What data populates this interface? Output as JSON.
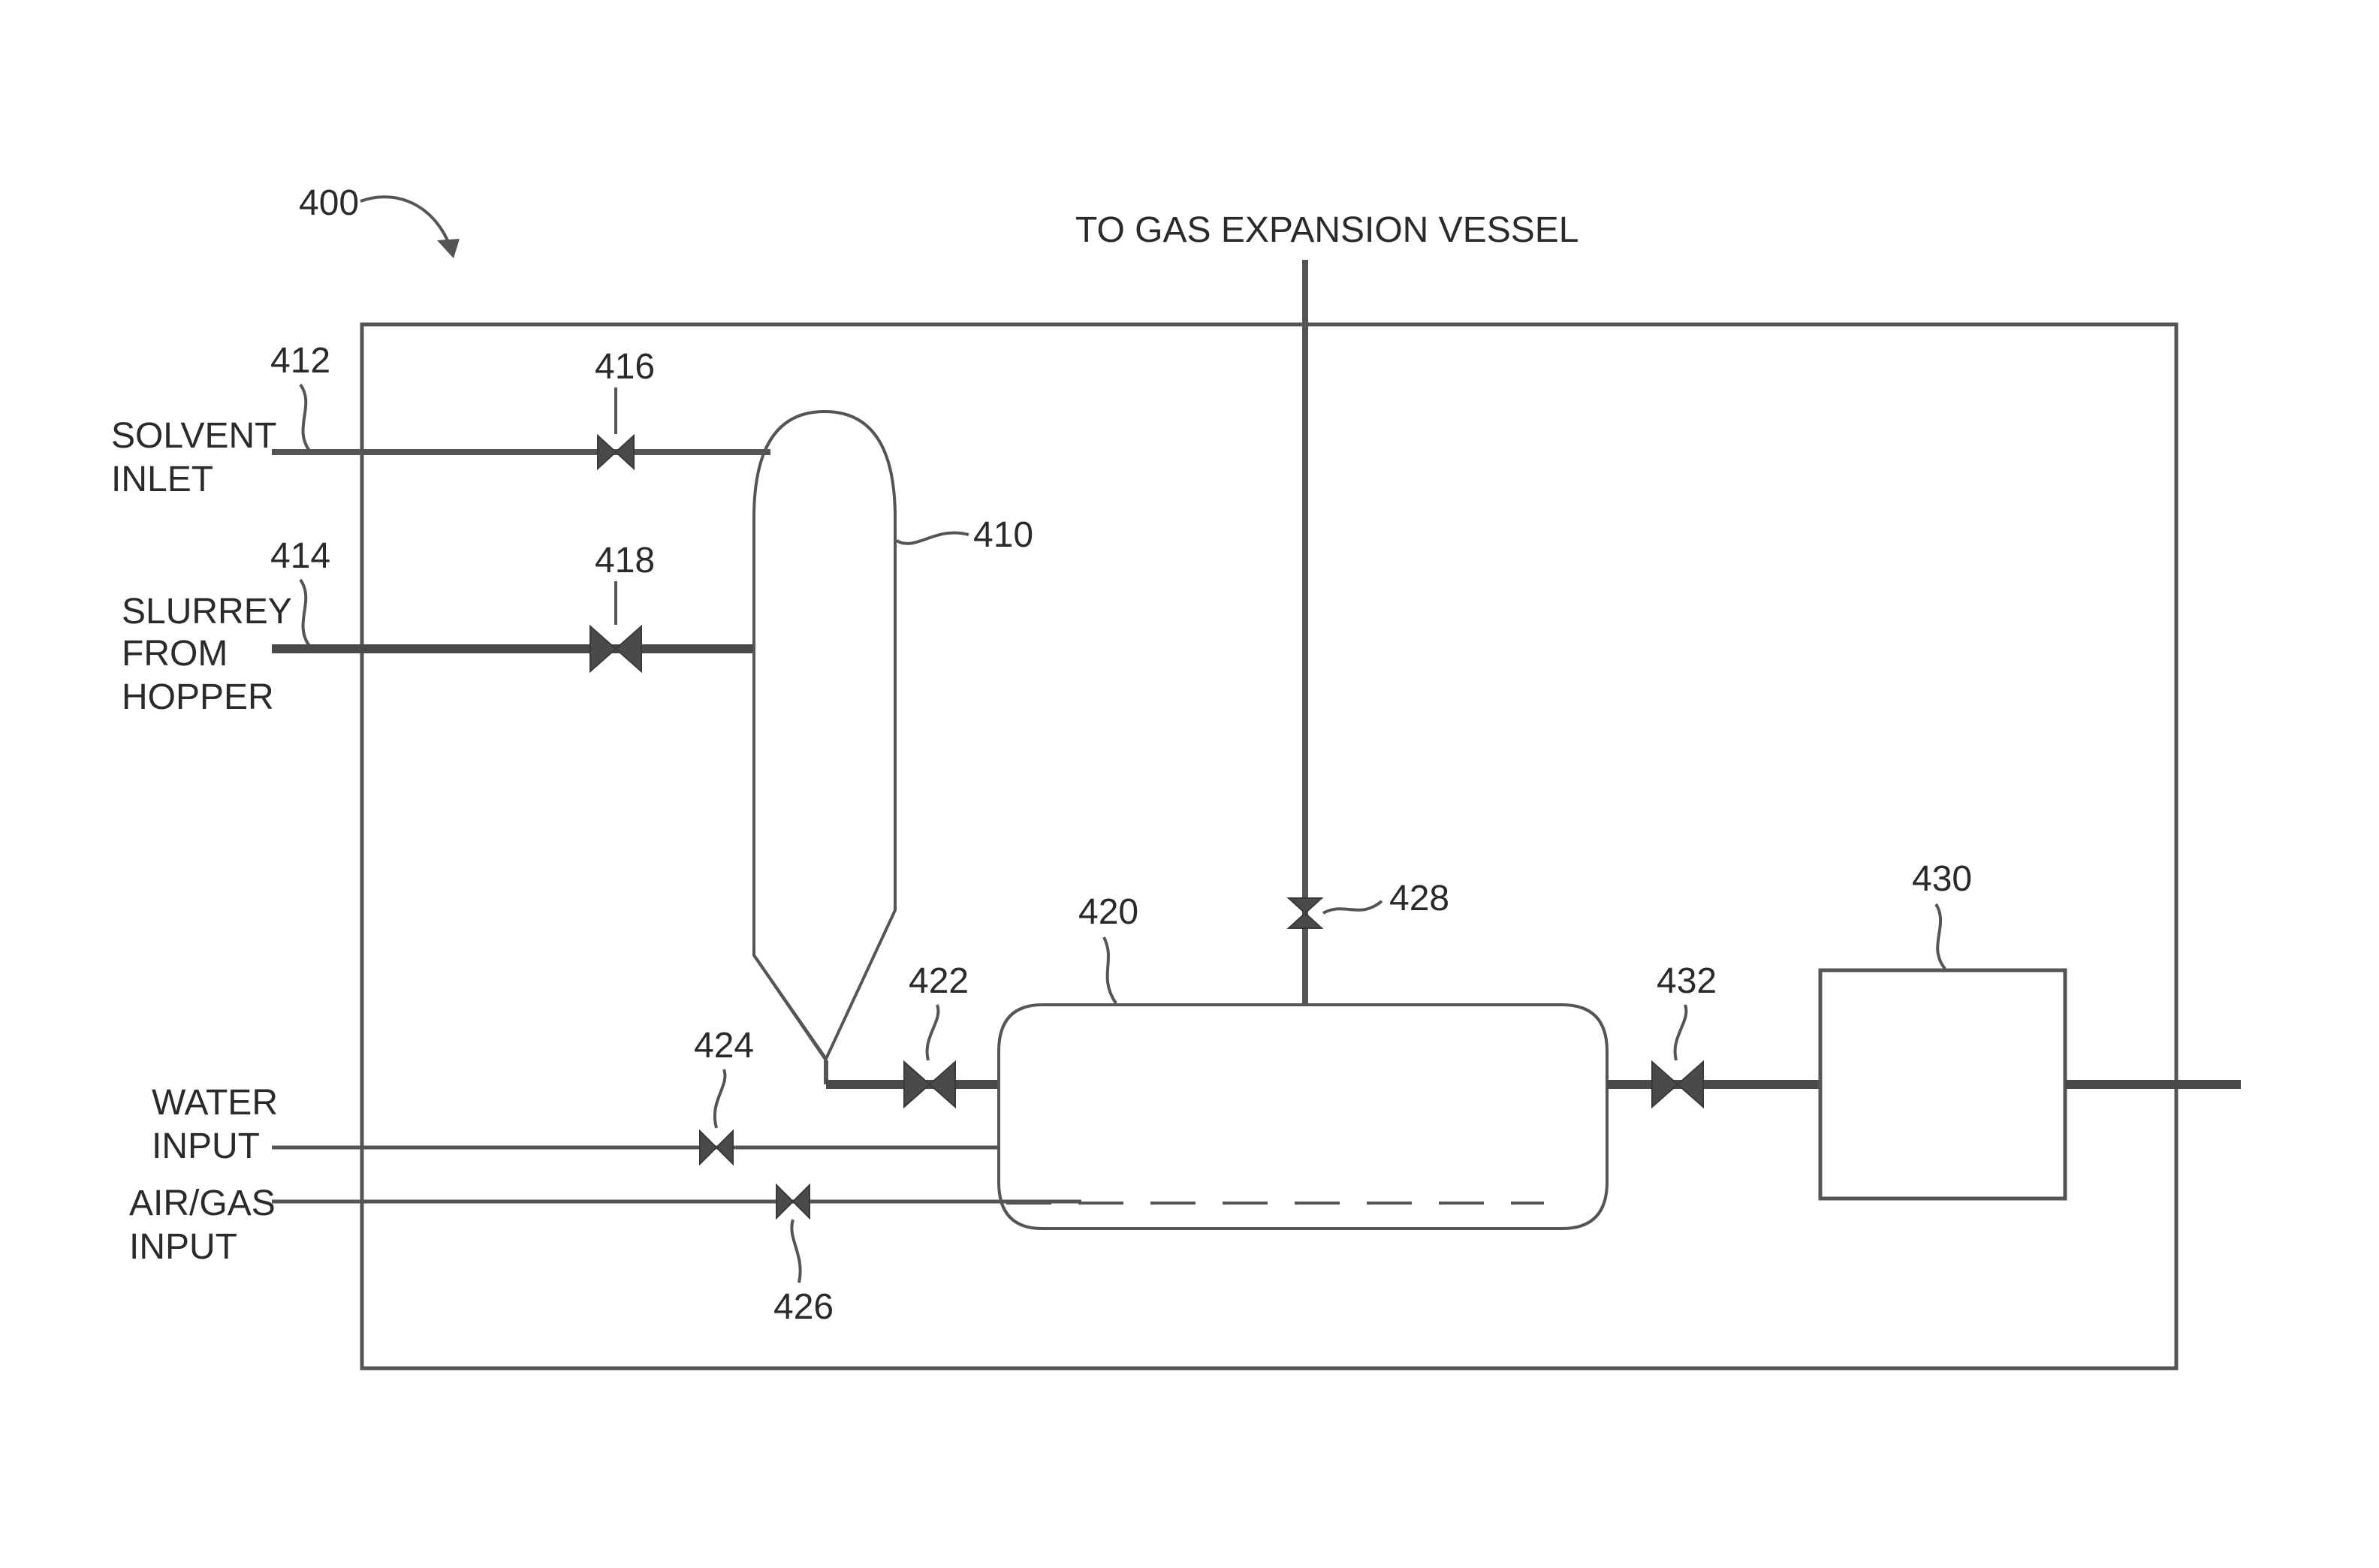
{
  "figure_ref": "400",
  "labels": {
    "to_gas_expansion": "TO GAS EXPANSION VESSEL",
    "solvent_inlet_1": "SOLVENT",
    "solvent_inlet_2": "INLET",
    "slurrey_1": "SLURREY",
    "slurrey_2": "FROM",
    "slurrey_3": "HOPPER",
    "water_1": "WATER",
    "water_2": "INPUT",
    "airgas_1": "AIR/GAS",
    "airgas_2": "INPUT"
  },
  "refs": {
    "r410": "410",
    "r412": "412",
    "r414": "414",
    "r416": "416",
    "r418": "418",
    "r420": "420",
    "r422": "422",
    "r424": "424",
    "r426": "426",
    "r428": "428",
    "r430": "430",
    "r432": "432"
  }
}
